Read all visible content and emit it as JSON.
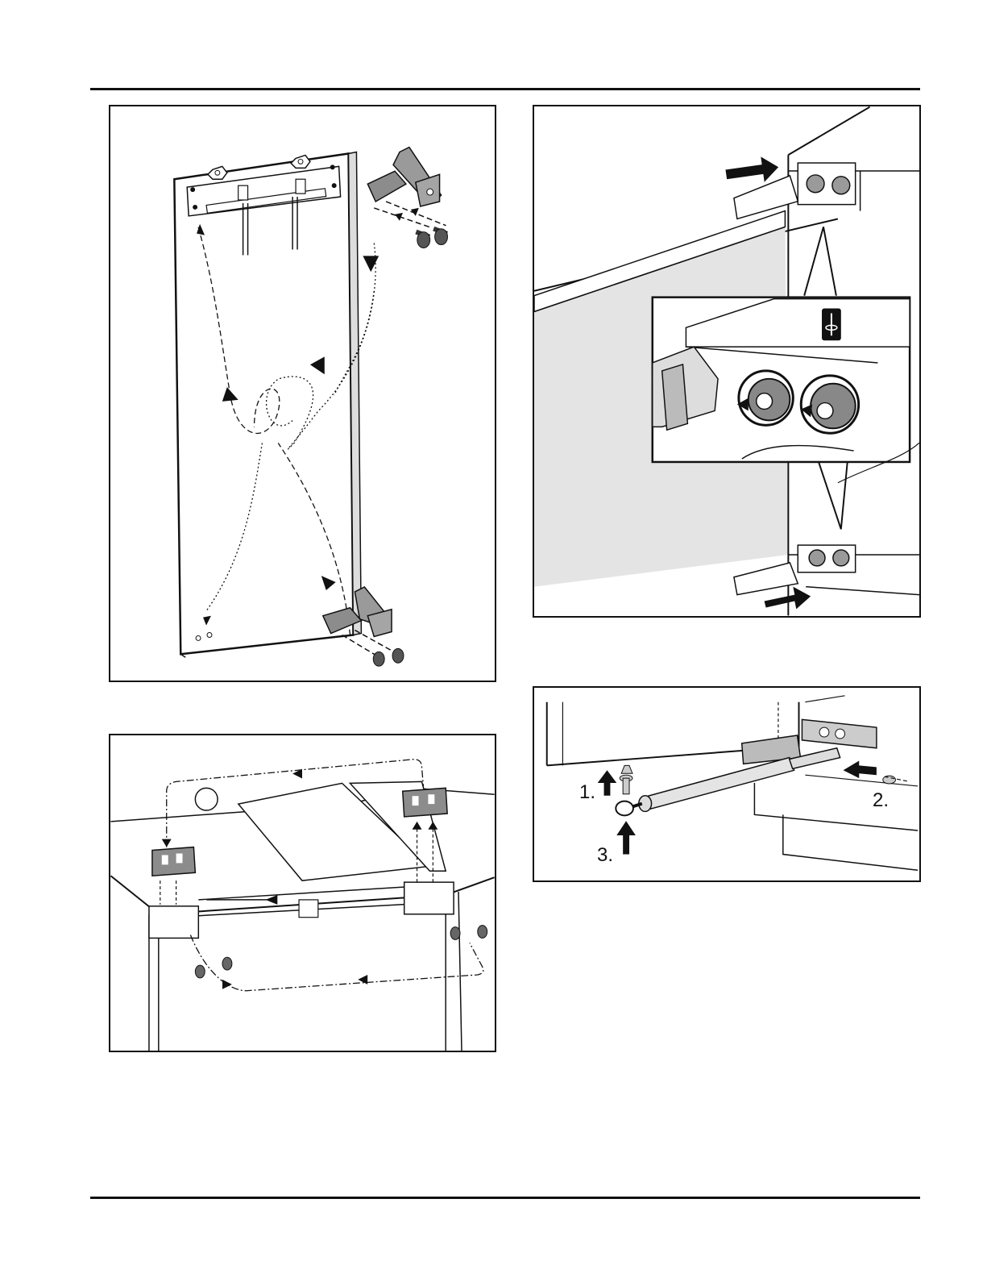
{
  "figures": [
    {
      "id": "door-hinge-transfer"
    },
    {
      "id": "hinge-adjustment-detail"
    },
    {
      "id": "top-bracket-transfer"
    },
    {
      "id": "door-damper-mounting",
      "steps": [
        "1.",
        "2.",
        "3."
      ]
    }
  ],
  "icons": {
    "adjustment_symbol": "screwdriver-rotate-icon",
    "push_arrow": "arrow-right-icon",
    "lift_arrow": "arrow-up-icon"
  },
  "colors": {
    "line": "#111111",
    "part_gray": "#8c8c8c",
    "panel_gray": "#e4e4e4"
  }
}
